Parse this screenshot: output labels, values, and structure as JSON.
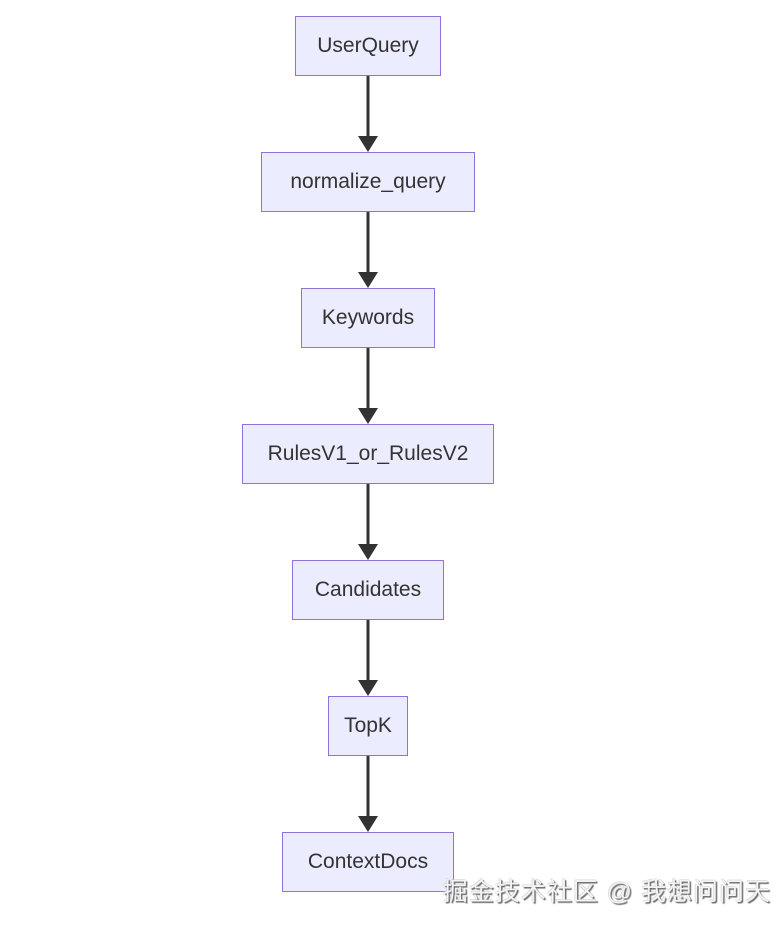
{
  "diagram": {
    "type": "flowchart",
    "direction": "top-down",
    "nodes": [
      {
        "id": "n0",
        "label": "UserQuery"
      },
      {
        "id": "n1",
        "label": "normalize_query"
      },
      {
        "id": "n2",
        "label": "Keywords"
      },
      {
        "id": "n3",
        "label": "RulesV1_or_RulesV2"
      },
      {
        "id": "n4",
        "label": "Candidates"
      },
      {
        "id": "n5",
        "label": "TopK"
      },
      {
        "id": "n6",
        "label": "ContextDocs"
      }
    ],
    "edges": [
      {
        "from": "UserQuery",
        "to": "normalize_query"
      },
      {
        "from": "normalize_query",
        "to": "Keywords"
      },
      {
        "from": "Keywords",
        "to": "RulesV1_or_RulesV2"
      },
      {
        "from": "RulesV1_or_RulesV2",
        "to": "Candidates"
      },
      {
        "from": "Candidates",
        "to": "TopK"
      },
      {
        "from": "TopK",
        "to": "ContextDocs"
      }
    ],
    "colors": {
      "node_fill": "#ECECFF",
      "node_border": "#9370DB",
      "node_text": "#333333",
      "arrow": "#333333",
      "background": "#FFFFFF"
    }
  },
  "watermark": {
    "text": "掘金技术社区 @ 我想问问天"
  }
}
